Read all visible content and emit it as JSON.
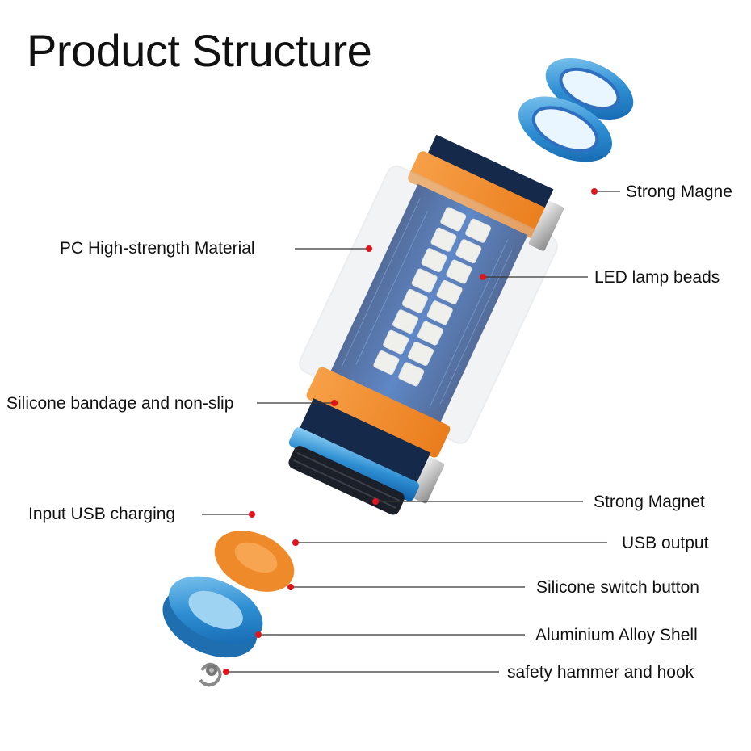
{
  "title": "Product Structure",
  "labels": {
    "strong_magne": "Strong Magne",
    "pc_material": "PC High-strength Material",
    "led_beads": "LED lamp beads",
    "silicone_bandage": "Silicone bandage and non-slip",
    "strong_magnet": "Strong Magnet",
    "input_usb": "Input USB charging",
    "usb_output": "USB output",
    "silicone_switch": "Silicone switch button",
    "aluminium_shell": "Aluminium Alloy Shell",
    "safety_hammer": "safety hammer and hook"
  },
  "colors": {
    "accent_orange": "#f5902e",
    "aluminium_blue": "#3a9ad6",
    "pcb_blue": "#1a4fa8",
    "callout_dot": "#e0141c",
    "callout_line": "#333333"
  }
}
